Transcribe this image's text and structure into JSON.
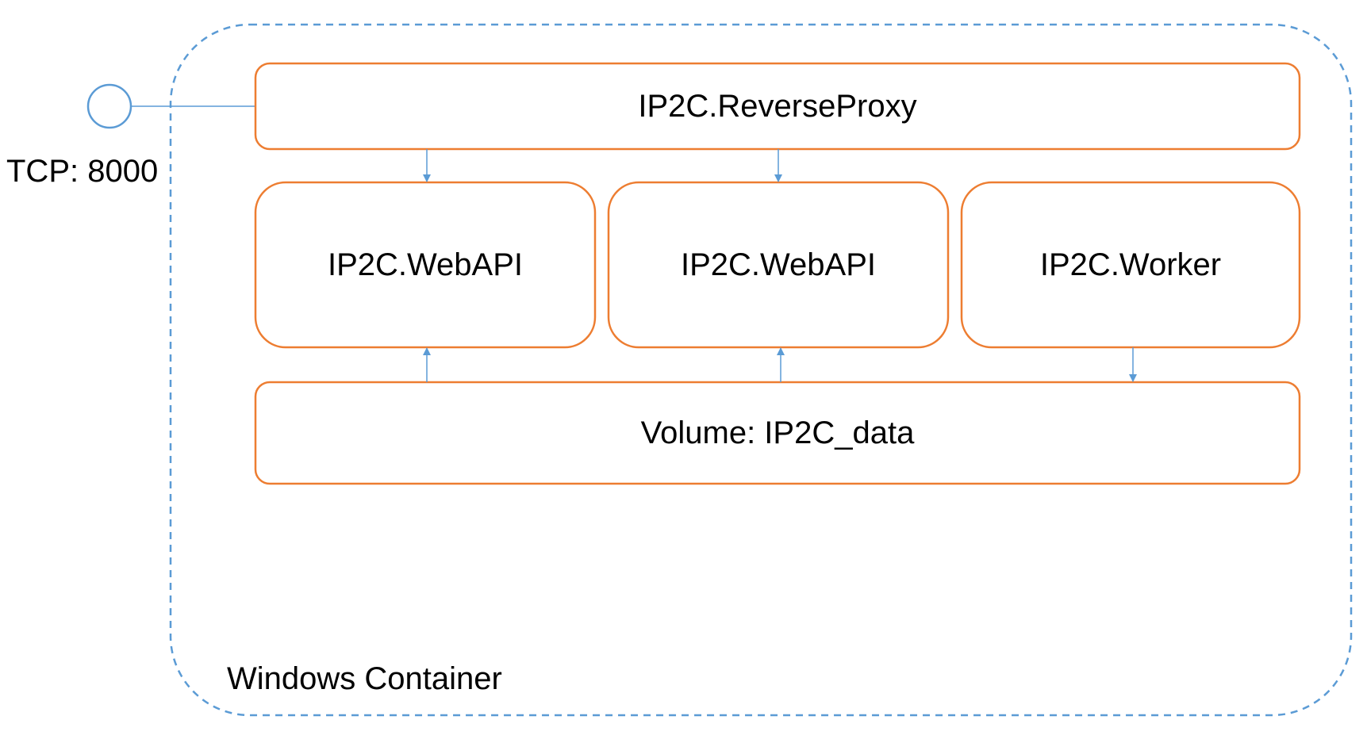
{
  "diagram": {
    "container_label": "Windows Container",
    "port_label": "TCP: 8000",
    "nodes": {
      "reverse_proxy": "IP2C.ReverseProxy",
      "webapi_1": "IP2C.WebAPI",
      "webapi_2": "IP2C.WebAPI",
      "worker": "IP2C.Worker",
      "volume": "Volume: IP2C_data"
    }
  },
  "colors": {
    "container_border": "#5b9bd5",
    "node_border": "#ed7d31",
    "connector": "#5b9bd5",
    "text": "#000000"
  }
}
